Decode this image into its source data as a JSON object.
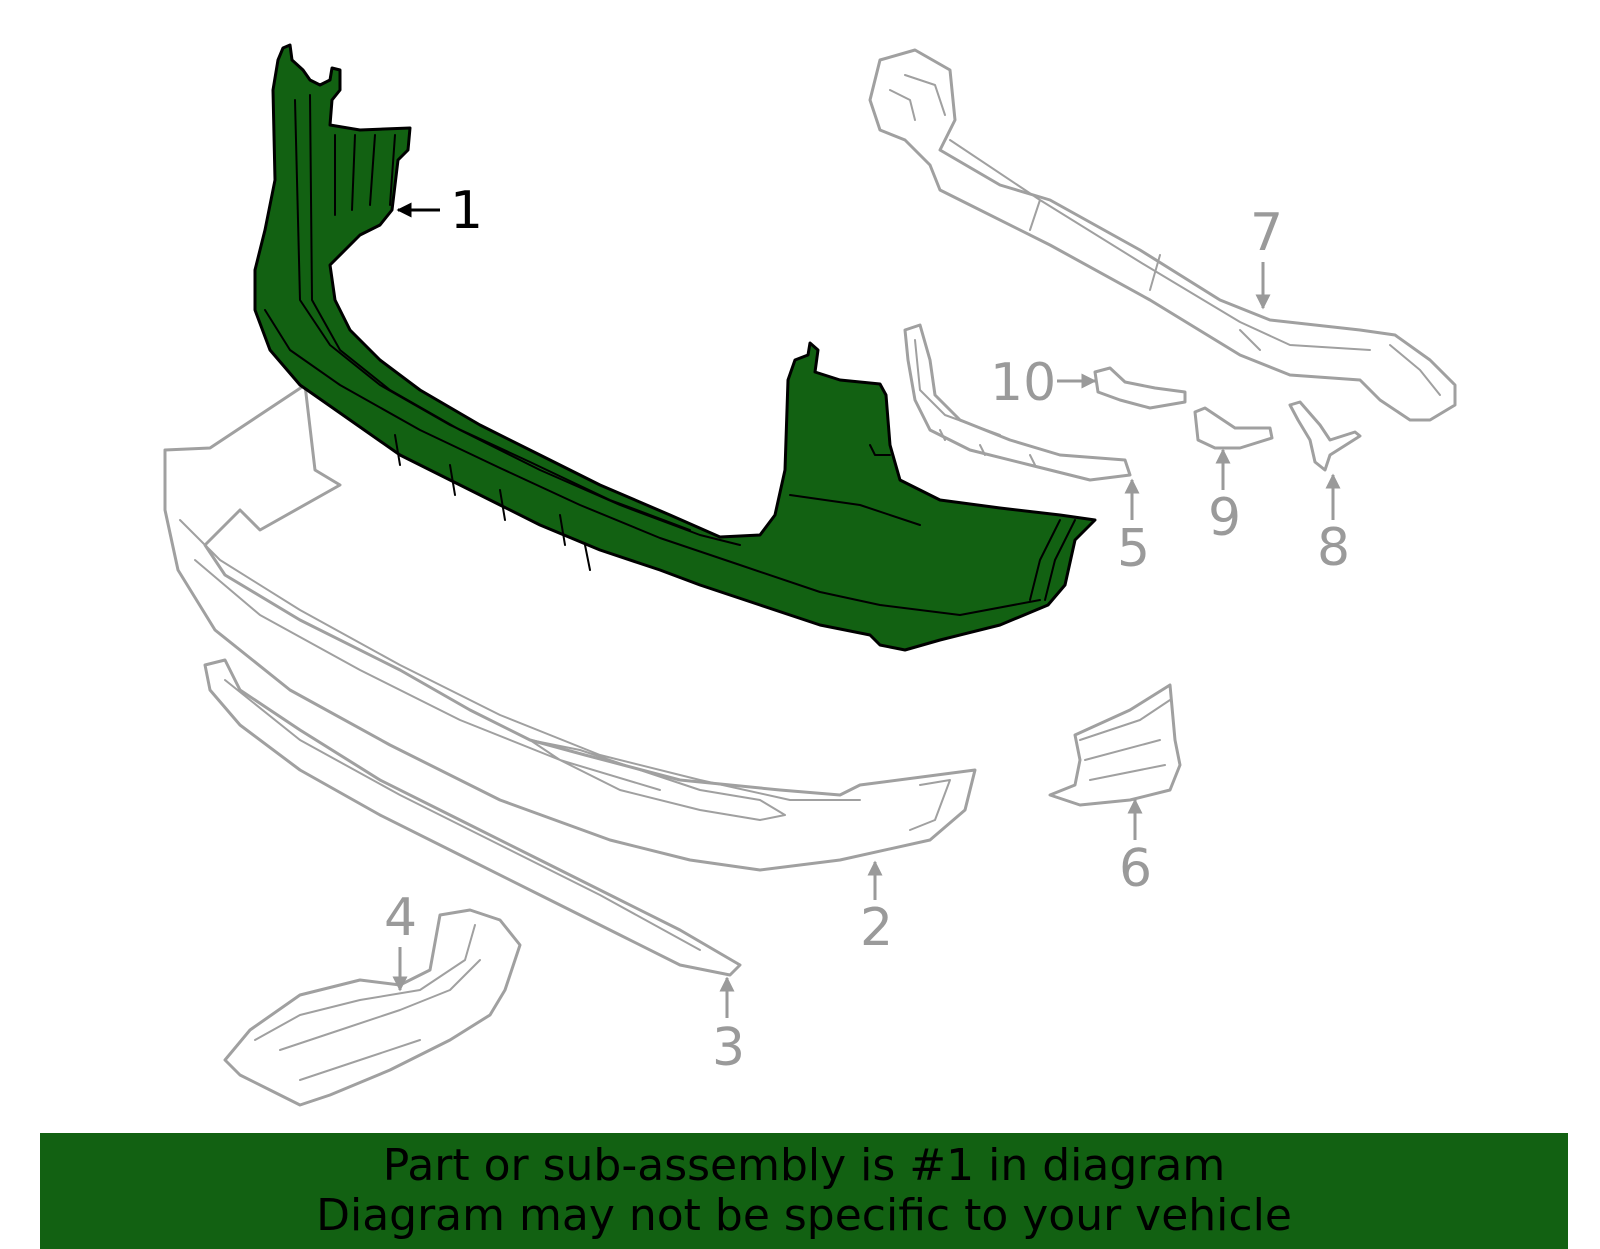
{
  "colors": {
    "highlight_fill": "#126112",
    "banner_background": "#126112",
    "dim_lines": "#a0a0a0",
    "dim_text": "#9a9a9a",
    "main_text": "#000000"
  },
  "callouts": {
    "c1": "1",
    "c2": "2",
    "c3": "3",
    "c4": "4",
    "c5": "5",
    "c6": "6",
    "c7": "7",
    "c8": "8",
    "c9": "9",
    "c10": "10"
  },
  "highlighted_part": "1",
  "banner": {
    "line1": "Part or sub-assembly is #1 in diagram",
    "line2": "Diagram may not be specific to your vehicle"
  }
}
